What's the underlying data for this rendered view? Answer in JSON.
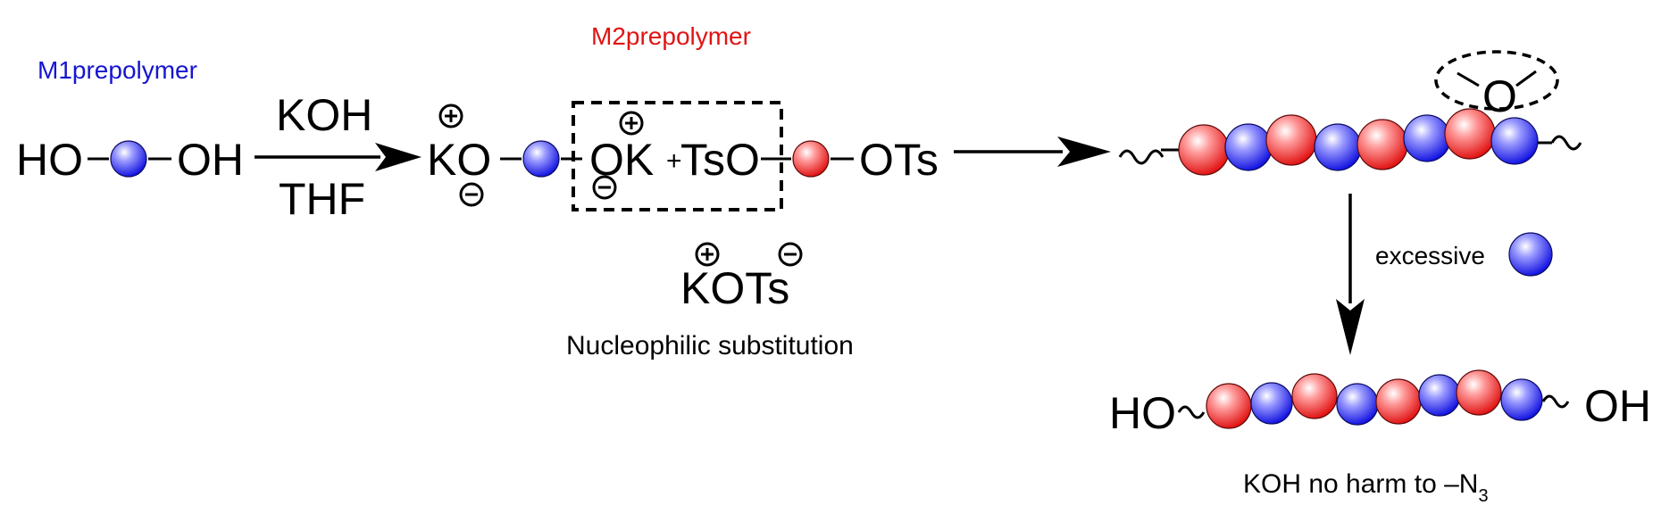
{
  "labels": {
    "m1": "M1prepolymer",
    "m2": "M2prepolymer"
  },
  "reagents": {
    "top": "KOH",
    "bottom": "THF"
  },
  "chem": {
    "ho": "HO",
    "oh": "OH",
    "ko": "KO",
    "ok": "OK",
    "plus_small": "+",
    "tso": "TsO",
    "ots": "OTs",
    "kots": "KOTs",
    "o_ring": "O",
    "ho_end": "HO",
    "oh_end": "OH"
  },
  "side_reagent": "excessive",
  "captions": {
    "mechanism": "Nucleophilic substitution",
    "note_prefix": "KOH no harm to –N",
    "note_subscript": "3"
  },
  "colors": {
    "blue_monomer": "#2a2aff",
    "red_monomer": "#ff2a2a",
    "label_blue": "#1515d0",
    "label_red": "#e01414",
    "ink": "#000000"
  }
}
